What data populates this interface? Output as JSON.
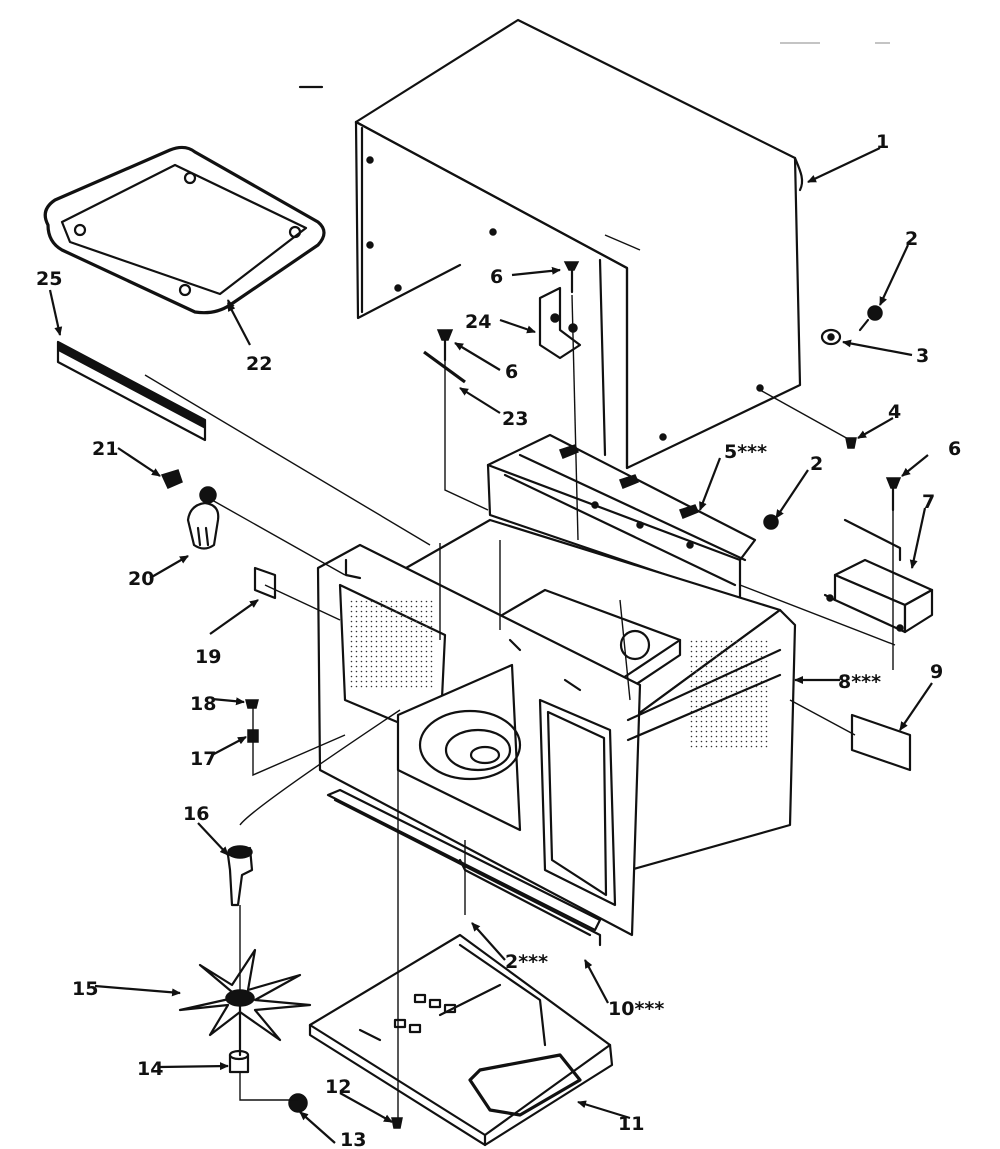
{
  "labels": {
    "p1": "1",
    "p2a": "2",
    "p2b": "2",
    "p2c": "2***",
    "p3": "3",
    "p4": "4",
    "p5": "5***",
    "p6a": "6",
    "p6b": "6",
    "p6c": "6",
    "p7": "7",
    "p8": "8***",
    "p9": "9",
    "p10": "10***",
    "p11": "11",
    "p12": "12",
    "p13": "13",
    "p14": "14",
    "p15": "15",
    "p16": "16",
    "p17": "17",
    "p18": "18",
    "p19": "19",
    "p20": "20",
    "p21": "21",
    "p22": "22",
    "p23": "23",
    "p24": "24",
    "p25": "25"
  }
}
